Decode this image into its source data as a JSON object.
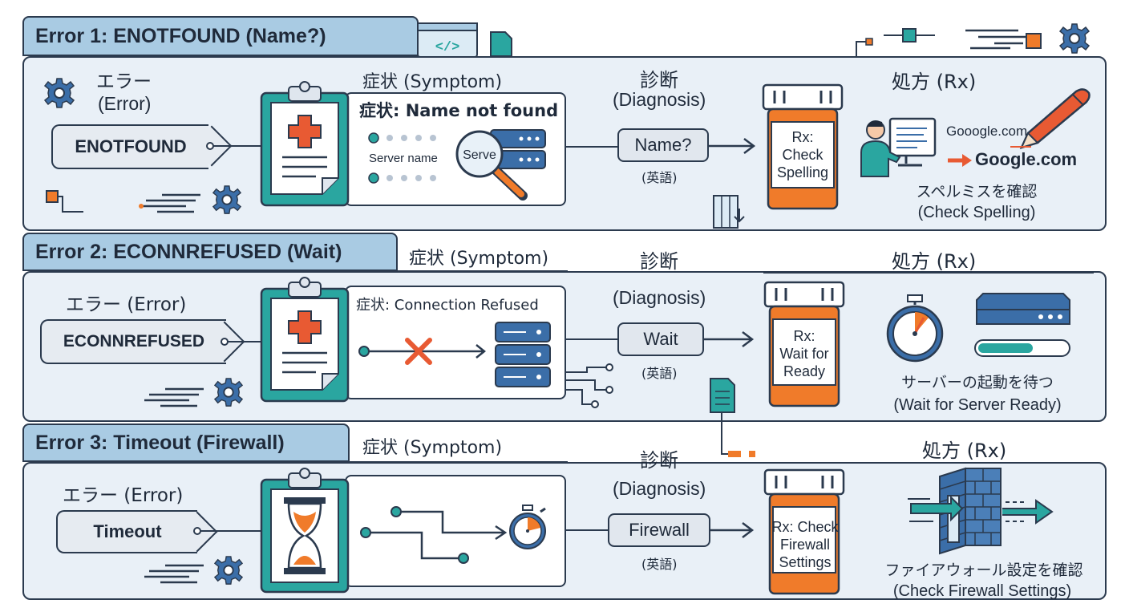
{
  "header_icons": [
    "code-window-icon",
    "document-icon",
    "circuit-icon",
    "speed-lines-icon",
    "gear-icon"
  ],
  "colors": {
    "accent_blue": "#3b6ea8",
    "accent_orange": "#f07b2a",
    "accent_teal": "#2aa6a0",
    "red_cross": "#e85a33",
    "dark": "#2b3a4e",
    "panel_bg": "#e9f0f7",
    "tab_bg": "#a9cbe3"
  },
  "code_icon_text": "</>",
  "rows": [
    {
      "title": "Error 1: ENOTFOUND (Name?)",
      "error_header": "エラー",
      "error_header2": "(Error)",
      "error_tag": "ENOTFOUND",
      "symptom_header": "症状 (Symptom)",
      "symptom_text": "症状: Name not found",
      "symptom_detail": "Server name",
      "magnifier_text": "Serve",
      "diag_header": "診断",
      "diag_header2": "(Diagnosis)",
      "diag_value": "Name?",
      "diag_sub": "(英語)",
      "rx_header": "処方 (Rx)",
      "rx_label": "Rx:\nCheck\nSpelling",
      "typo": "Gooogle.com",
      "fixed": "Google.com",
      "rx_jp": "スペルミスを確認",
      "rx_en": "(Check Spelling)"
    },
    {
      "title": "Error 2: ECONNREFUSED (Wait)",
      "error_header": "エラー (Error)",
      "error_tag": "ECONNREFUSED",
      "symptom_header": "症状 (Symptom)",
      "symptom_text": "症状: Connection Refused",
      "diag_header": "診断",
      "diag_header2": "(Diagnosis)",
      "diag_value": "Wait",
      "diag_sub": "(英語)",
      "rx_header": "処方 (Rx)",
      "rx_label": "Rx:\nWait for\nReady",
      "rx_jp": "サーバーの起動を待つ",
      "rx_en": "(Wait for Server Ready)"
    },
    {
      "title": "Error 3: Timeout (Firewall)",
      "error_header": "エラー (Error)",
      "error_tag": "Timeout",
      "symptom_header": "症状 (Symptom)",
      "diag_header": "診断",
      "diag_header2": "(Diagnosis)",
      "diag_value": "Firewall",
      "diag_sub": "(英語)",
      "rx_header": "処方 (Rx)",
      "rx_label": "Rx: Check\nFirewall\nSettings",
      "rx_jp": "ファイアウォール設定を確認",
      "rx_en": "(Check Firewall Settings)"
    }
  ]
}
